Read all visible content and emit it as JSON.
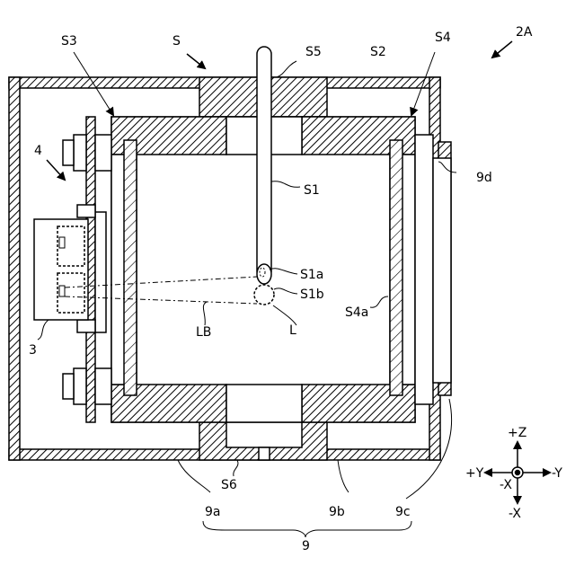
{
  "figure_ref": "2A",
  "labels": {
    "S": "S",
    "S1": "S1",
    "S1a": "S1a",
    "S1b": "S1b",
    "S2": "S2",
    "S3": "S3",
    "S4": "S4",
    "S4a": "S4a",
    "S5": "S5",
    "S6": "S6",
    "n3": "3",
    "n4": "4",
    "n9": "9",
    "n9a": "9a",
    "n9b": "9b",
    "n9c": "9c",
    "n9d": "9d",
    "LB": "LB",
    "L": "L"
  },
  "axes": {
    "pz": "+Z",
    "ny": "-Y",
    "py": "+Y",
    "nx_center": "-X",
    "nx_bottom": "-X"
  }
}
